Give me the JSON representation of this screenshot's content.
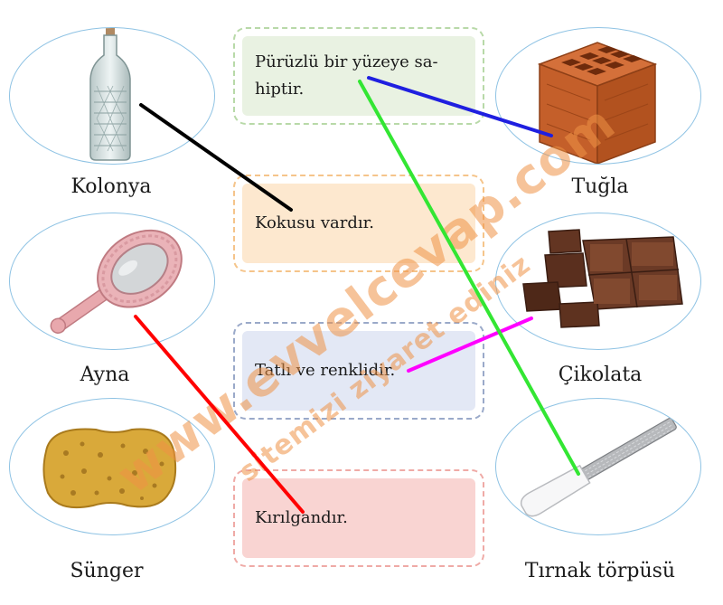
{
  "items_left": [
    {
      "name": "Kolonya",
      "icon": "bottle"
    },
    {
      "name": "Ayna",
      "icon": "hand-mirror"
    },
    {
      "name": "Sünger",
      "icon": "sponge"
    }
  ],
  "items_right": [
    {
      "name": "Tuğla",
      "icon": "brick"
    },
    {
      "name": "Çikolata",
      "icon": "chocolate"
    },
    {
      "name": "Tırnak törpüsü",
      "icon": "nail-file"
    }
  ],
  "statements": [
    {
      "text": "Pürüzlü bir yüzeye sa-hiptir."
    },
    {
      "text": "Kokusu vardır."
    },
    {
      "text": "Tatlı ve renklidir."
    },
    {
      "text": "Kırılgandır."
    }
  ],
  "matches": [
    {
      "from": "Kolonya",
      "to": "Kokusu vardır.",
      "color": "#000000"
    },
    {
      "from": "Ayna",
      "to": "Kırılgandır.",
      "color": "#ff0000"
    },
    {
      "from": "Tuğla",
      "to": "Pürüzlü bir yüzeye sa-hiptir.",
      "color": "#1f1fe0"
    },
    {
      "from": "Çikolata",
      "to": "Tatlı ve renklidir.",
      "color": "#ff00ff"
    },
    {
      "from": "Tırnak törpüsü",
      "to": "Pürüzlü bir yüzeye sa-hiptir.",
      "color": "#33e633"
    }
  ],
  "colors": {
    "oval_border": "#8fc3e4",
    "box1_fill": "#e9f2e2",
    "box1_border": "#b8d9a8",
    "box2_fill": "#fde8cf",
    "box2_border": "#f5c48a",
    "box3_fill": "#e3e8f5",
    "box3_border": "#9aa9c9",
    "box4_fill": "#f9d4d2",
    "box4_border": "#efaaa6"
  },
  "watermark": {
    "line1": "www.evvelcevap.com",
    "line2": "sitemizi ziyaret ediniz"
  }
}
